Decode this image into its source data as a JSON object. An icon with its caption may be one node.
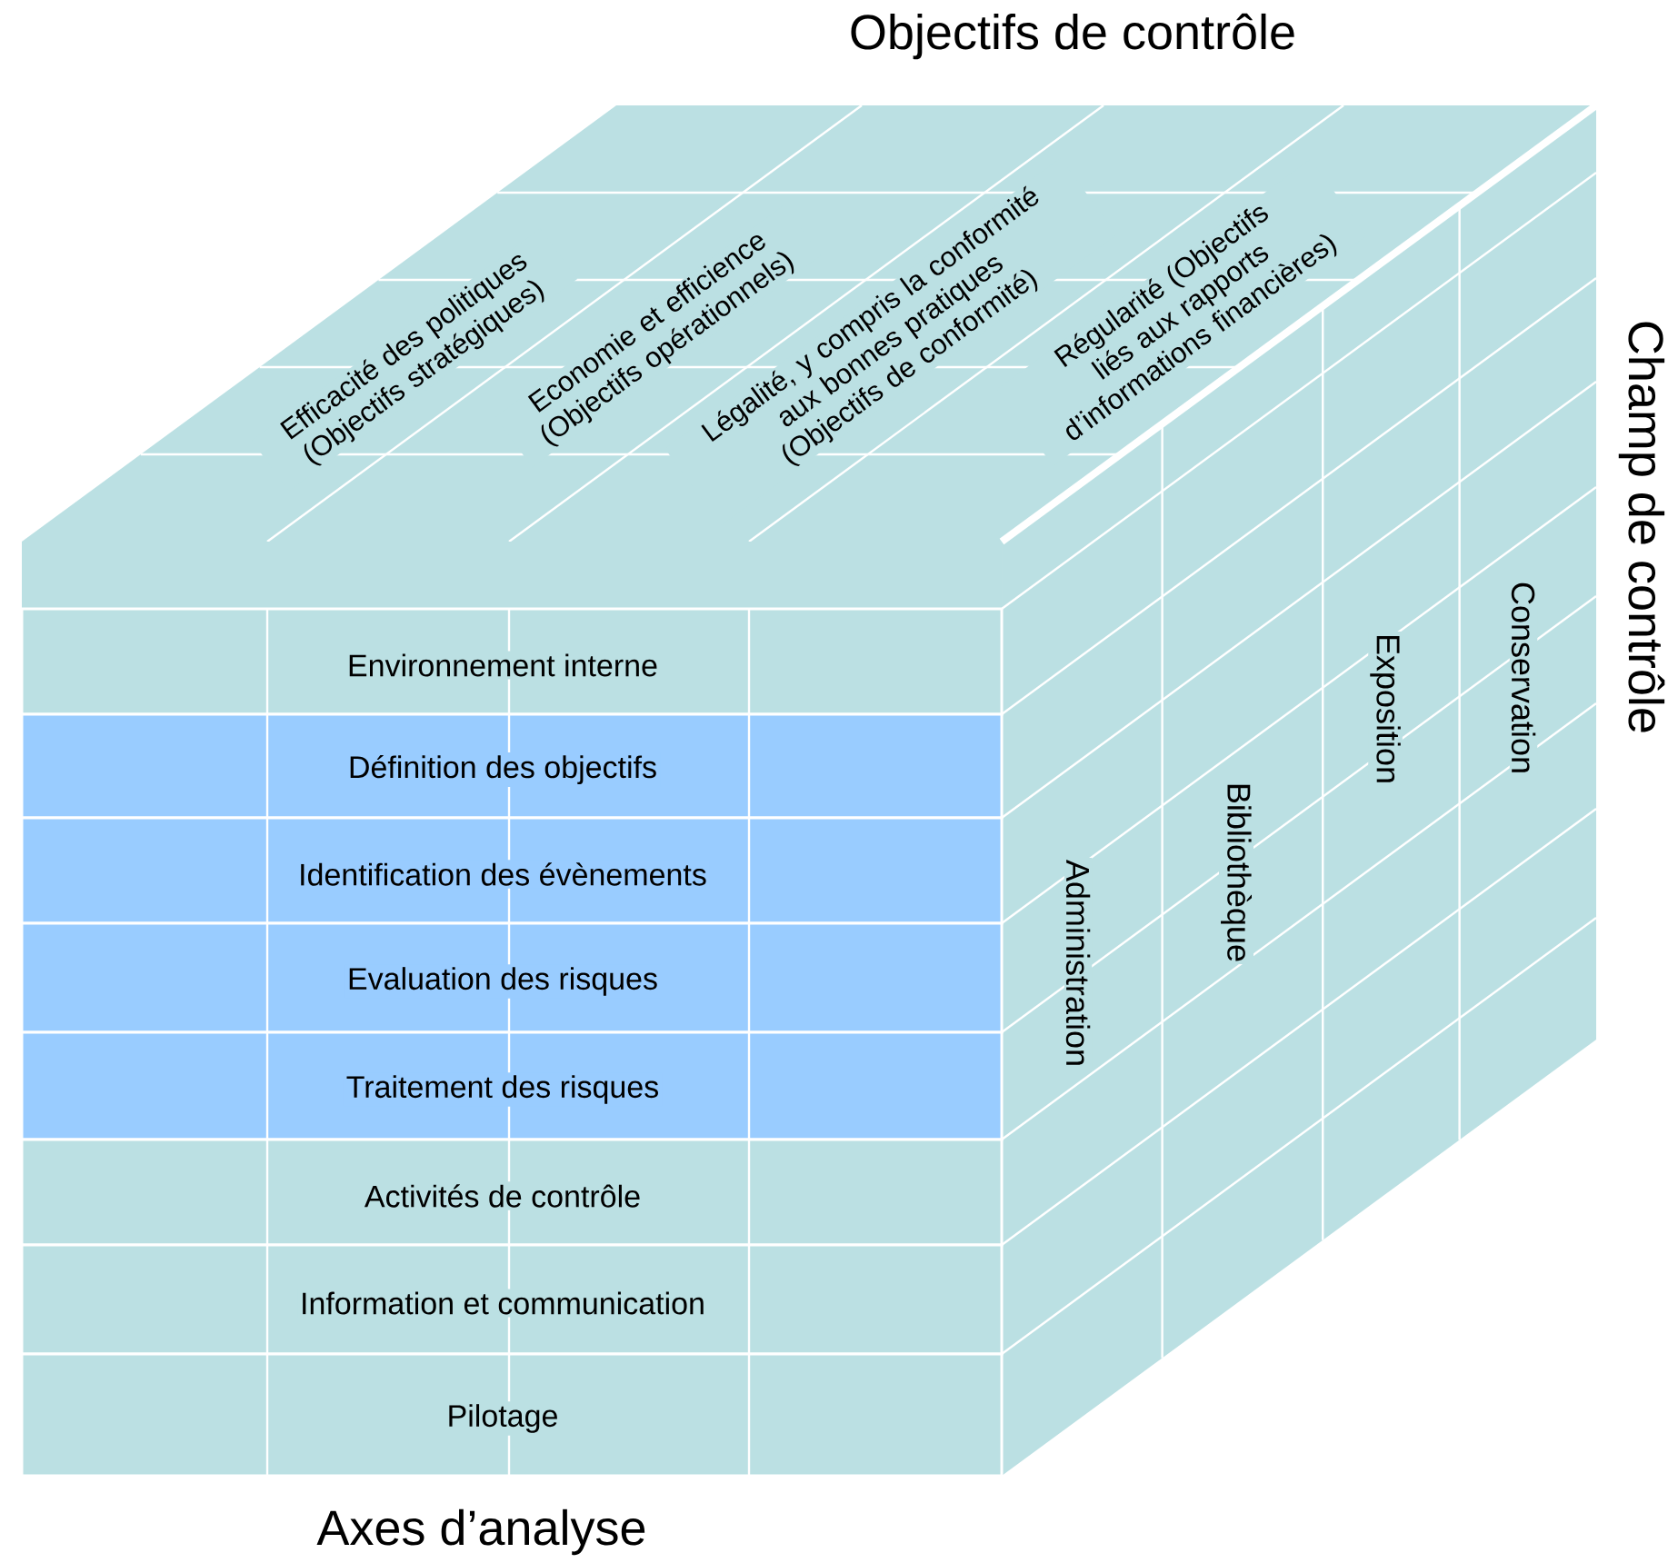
{
  "diagram": {
    "nodes": [
      {
        "text": [
          "Environnement interne"
        ]
      },
      {
        "text": [
          "Définition des objectifs"
        ]
      },
      {
        "text": [
          "Identification des évènements"
        ]
      },
      {
        "text": [
          "Evaluation des risques"
        ]
      },
      {
        "text": [
          "Traitement des risques"
        ]
      },
      {
        "text": [
          "Activités de contrôle"
        ]
      },
      {
        "text": [
          "Information et communication"
        ]
      },
      {
        "text": [
          "Pilotage"
        ]
      }
    ],
    "labels": [
      "Objectifs de contrôle",
      "Efficacité des politiques (Objectifs stratégiques)",
      "Economie et efficience (Objectifs opérationnels)",
      "Légalité, y compris la conformité aux bonnes pratiques (Objectifs de conformité)",
      "Régularité (Objectifs liés aux rapports d’informations financières)",
      "Champ de contrôle",
      "Conservation",
      "Exposition",
      "Bibliothèque",
      "Administration",
      "Axes d’analyse"
    ]
  }
}
